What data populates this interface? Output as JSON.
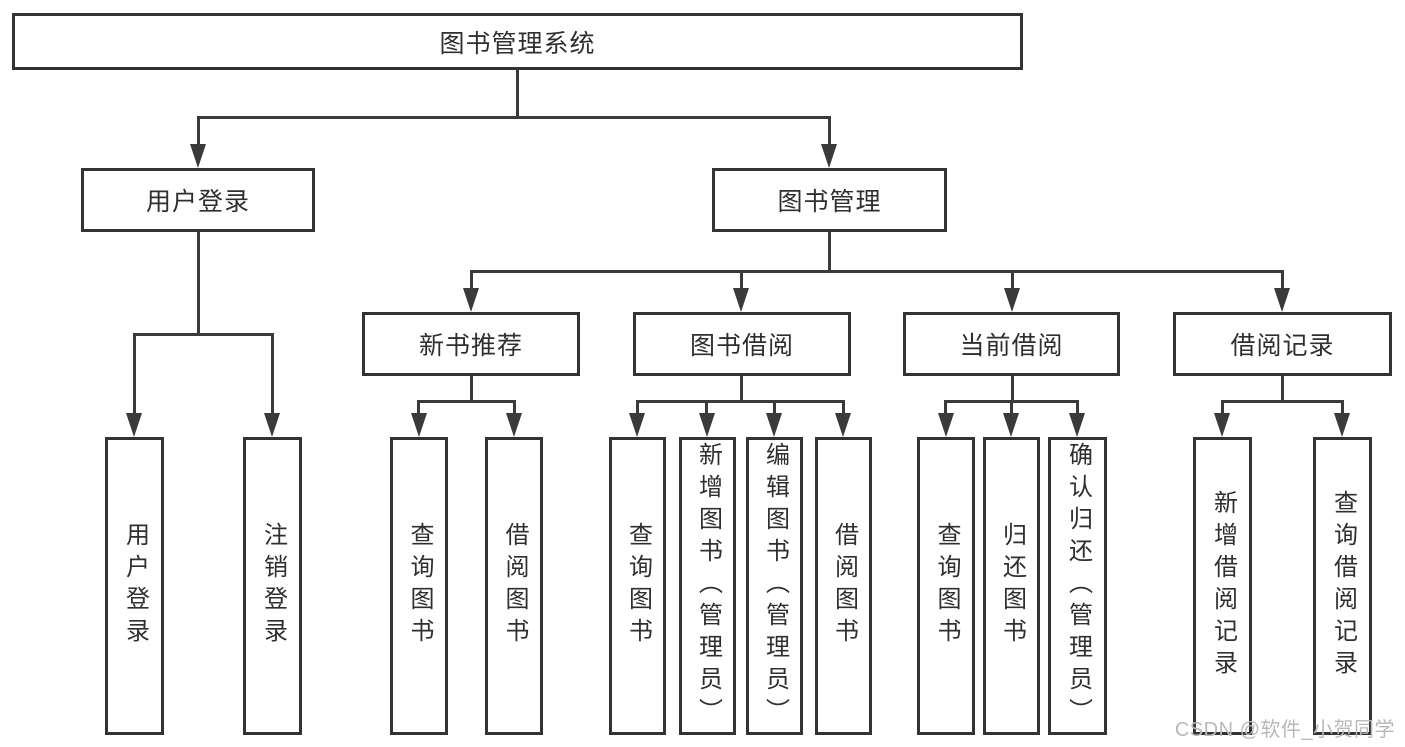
{
  "diagram": {
    "root": {
      "label": "图书管理系统"
    },
    "level2": [
      {
        "label": "用户登录"
      },
      {
        "label": "图书管理"
      }
    ],
    "level3": [
      {
        "label": "新书推荐"
      },
      {
        "label": "图书借阅"
      },
      {
        "label": "当前借阅"
      },
      {
        "label": "借阅记录"
      }
    ],
    "leaves": [
      {
        "label": "用户登录"
      },
      {
        "label": "注销登录"
      },
      {
        "label": "查询图书"
      },
      {
        "label": "借阅图书"
      },
      {
        "label": "查询图书"
      },
      {
        "label": "新增图书（管理员）"
      },
      {
        "label": "编辑图书（管理员）"
      },
      {
        "label": "借阅图书"
      },
      {
        "label": "查询图书"
      },
      {
        "label": "归还图书"
      },
      {
        "label": "确认归还（管理员）"
      },
      {
        "label": "新增借阅记录"
      },
      {
        "label": "查询借阅记录"
      }
    ],
    "watermark": "CSDN @软件_小贺同学",
    "colors": {
      "line": "#3a3a3a",
      "border": "#333333",
      "text": "#2f2f2f",
      "watermark": "#b9b9b9",
      "background": "#ffffff"
    }
  }
}
